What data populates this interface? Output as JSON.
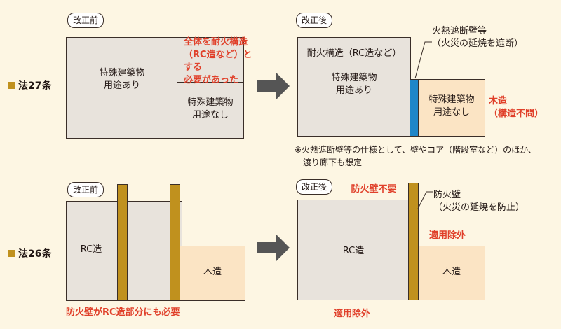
{
  "rows": {
    "art27": "法27条",
    "art26": "法26条"
  },
  "tags": {
    "before": "改正前",
    "after": "改正後"
  },
  "top_before": {
    "big_box": "特殊建築物\n用途あり",
    "small_box": "特殊建築物\n用途なし",
    "red_note": "全体を耐火構造\n（RC造など）とする\n必要があった"
  },
  "top_after": {
    "big_box_header": "耐火構造（RC造など）",
    "big_box": "特殊建築物\n用途あり",
    "small_box": "特殊建築物\n用途なし",
    "wall_label": "火熱遮断壁等\n（火災の延焼を遮断）",
    "wood_note": "木造\n（構造不問）",
    "footnote": "※火熱遮断壁等の仕様として、壁やコア（階段室など）のほか、\n　渡り廊下も想定"
  },
  "bottom_before": {
    "rc": "RC造",
    "wood": "木造",
    "red_note": "防火壁がRC造部分にも必要"
  },
  "bottom_after": {
    "fire_wall_not_needed": "防火壁不要",
    "wall_label": "防火壁\n（火災の延焼を防止）",
    "exempt_top": "適用除外",
    "rc": "RC造",
    "wood": "木造",
    "exempt_bottom": "適用除外"
  },
  "colors": {
    "gray": "#e8e3dc",
    "tan": "#fbe4c4",
    "gold": "#c0911e",
    "blue": "#1f86c8",
    "red": "#e0402a",
    "arrow": "#555555"
  }
}
